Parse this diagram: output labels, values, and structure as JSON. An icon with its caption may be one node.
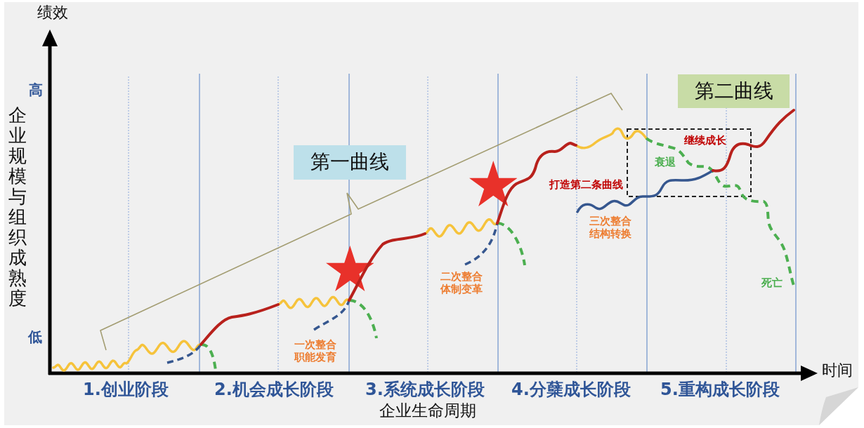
{
  "diagram": {
    "nodes": [
      {
        "text": [
          "第一曲线"
        ]
      },
      {
        "text": [
          "第二曲线"
        ]
      }
    ],
    "labels": [
      "绩效",
      "高",
      "企业规模与组织成熟度",
      "继续成长",
      "衰退",
      "打造第二条曲线",
      "三次整合结构转换",
      "二次整合体制变革",
      "死亡",
      "低",
      "一次整合职能发育",
      "时间",
      "1.创业阶段",
      "2.机会成长阶段",
      "3.系统成长阶段",
      "4.分蘖成长阶段",
      "5.重构成长阶段",
      "企业生命周期"
    ]
  }
}
